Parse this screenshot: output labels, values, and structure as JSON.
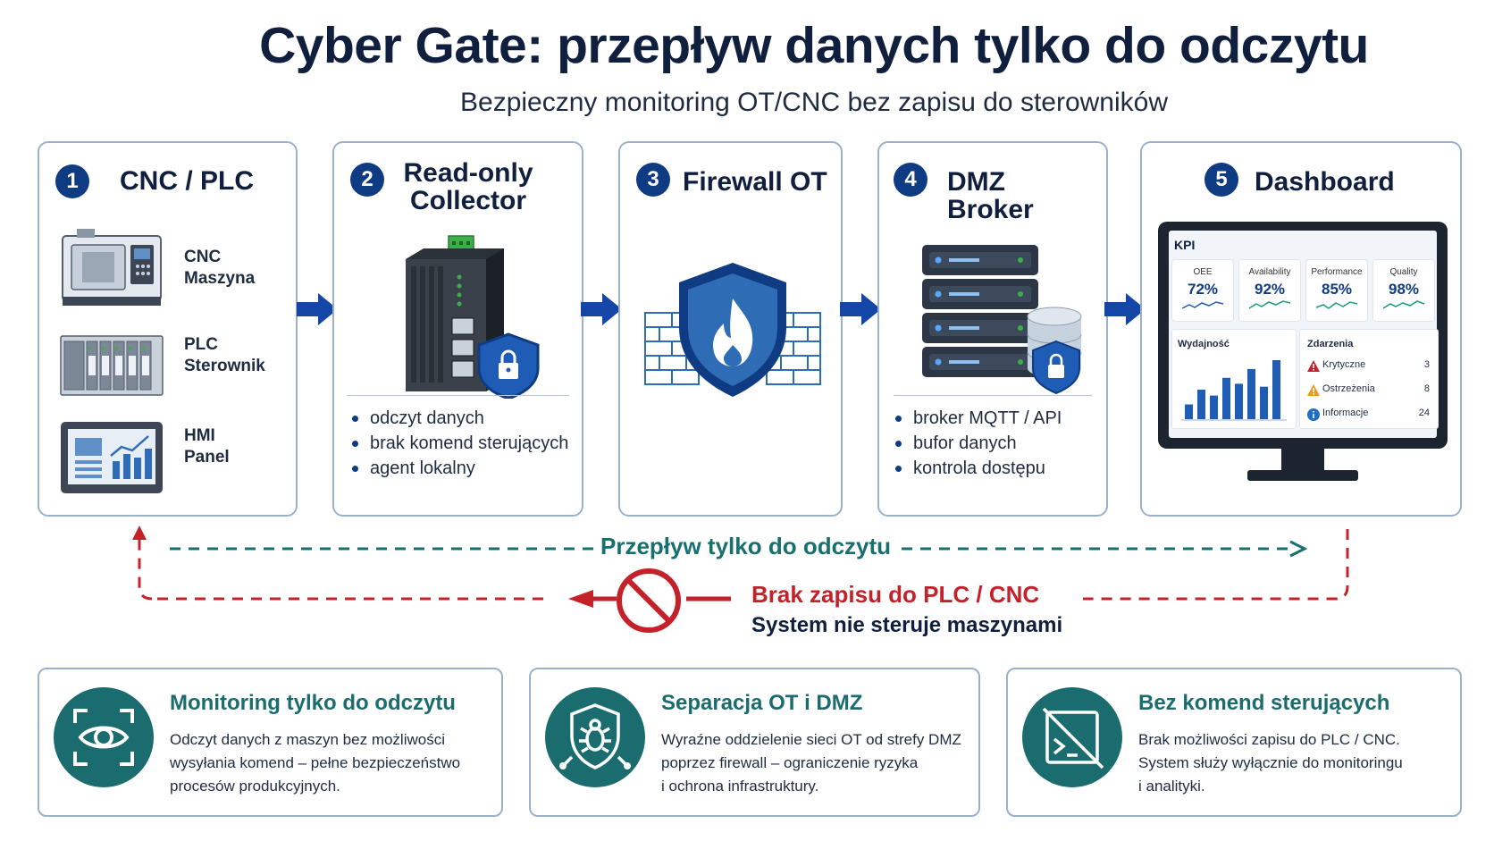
{
  "header": {
    "title": "Cyber Gate: przepływ danych tylko do odczytu",
    "subtitle": "Bezpieczny monitoring OT/CNC bez zapisu do sterowników"
  },
  "steps": [
    {
      "number": "1",
      "title": "CNC / PLC",
      "devices": [
        {
          "label1": "CNC",
          "label2": "Maszyna"
        },
        {
          "label1": "PLC",
          "label2": "Sterownik"
        },
        {
          "label1": "HMI",
          "label2": "Panel"
        }
      ]
    },
    {
      "number": "2",
      "title_line1": "Read-only",
      "title_line2": "Collector",
      "bullets": [
        "odczyt danych",
        "brak komend sterujących",
        "agent lokalny"
      ]
    },
    {
      "number": "3",
      "title": "Firewall OT"
    },
    {
      "number": "4",
      "title": "DMZ Broker",
      "bullets": [
        "broker MQTT / API",
        "bufor danych",
        "kontrola dostępu"
      ]
    },
    {
      "number": "5",
      "title": "Dashboard"
    }
  ],
  "dashboard": {
    "kpi_label": "KPI",
    "kpis": [
      {
        "name": "OEE",
        "value": "72%"
      },
      {
        "name": "Availability",
        "value": "92%"
      },
      {
        "name": "Performance",
        "value": "85%"
      },
      {
        "name": "Quality",
        "value": "98%"
      }
    ],
    "chart_title": "Wydajność",
    "bar_levels": [
      0.25,
      0.5,
      0.4,
      0.7,
      0.6,
      0.85,
      0.55,
      1.0
    ],
    "events_title": "Zdarzenia",
    "events": [
      {
        "label": "Krytyczne",
        "count": "3",
        "icon": "error-triangle-icon",
        "color": "#c4212a"
      },
      {
        "label": "Ostrzeżenia",
        "count": "8",
        "icon": "warning-triangle-icon",
        "color": "#f39a1e"
      },
      {
        "label": "Informacje",
        "count": "24",
        "icon": "info-circle-icon",
        "color": "#1f6fc6"
      }
    ]
  },
  "flow": {
    "read_only_label": "Przepływ tylko do odczytu",
    "no_write_title": "Brak zapisu do PLC / CNC",
    "no_write_subtitle": "System nie steruje maszynami"
  },
  "features": [
    {
      "icon": "eye-scan-icon",
      "title": "Monitoring tylko do odczytu",
      "lines": [
        "Odczyt danych z maszyn bez możliwości",
        "wysyłania komend – pełne bezpieczeństwo",
        "procesów produkcyjnych."
      ]
    },
    {
      "icon": "shield-bug-icon",
      "title": "Separacja OT i DMZ",
      "lines": [
        "Wyraźne oddzielenie sieci OT od strefy DMZ",
        "poprzez firewall – ograniczenie ryzyka",
        "i ochrona infrastruktury."
      ]
    },
    {
      "icon": "terminal-blocked-icon",
      "title": "Bez komend sterujących",
      "lines": [
        "Brak możliwości zapisu do PLC / CNC.",
        "System służy wyłącznie do monitoringu",
        "i analityki."
      ]
    }
  ],
  "colors": {
    "navy": "#0f1f3d",
    "accent_blue": "#0e3b82",
    "arrow_blue": "#1446a8",
    "teal": "#1a6c6e",
    "red": "#c4212a"
  }
}
